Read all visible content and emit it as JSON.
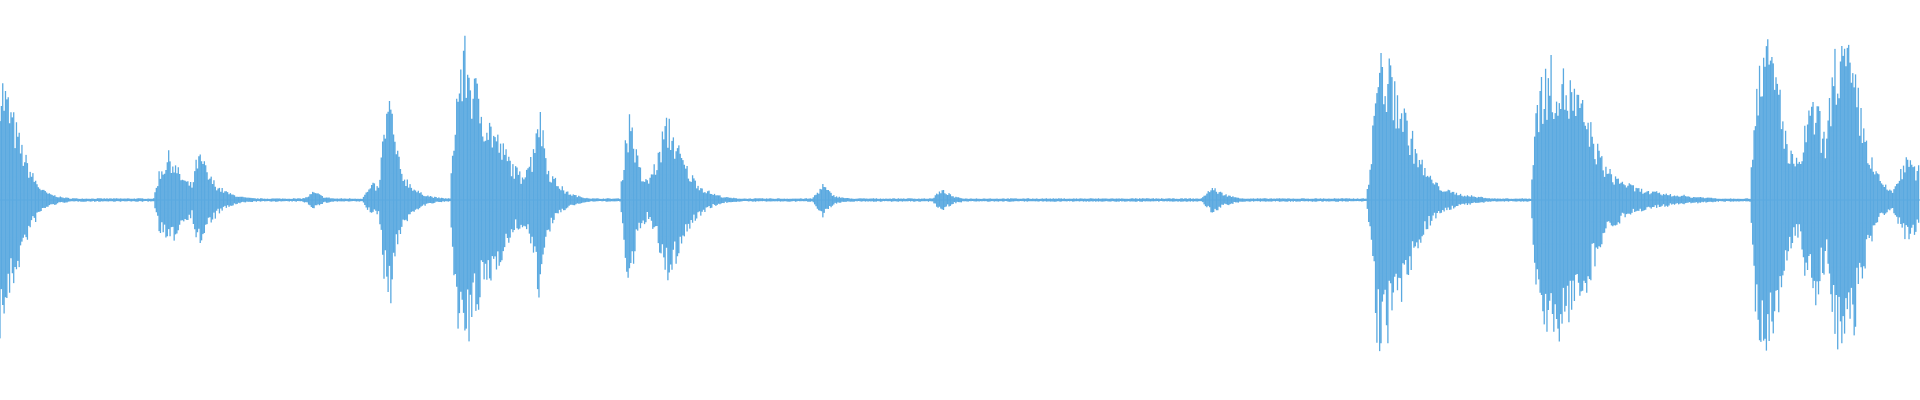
{
  "waveform": {
    "color": "#5aa9e0",
    "background": "#ffffff",
    "amplitude_envelope": [
      0.82,
      0.7,
      0.58,
      0.46,
      0.34,
      0.24,
      0.16,
      0.1,
      0.06,
      0.04,
      0.03,
      0.02,
      0.015,
      0.012,
      0.01,
      0.01,
      0.01,
      0.01,
      0.01,
      0.01,
      0.01,
      0.01,
      0.01,
      0.01,
      0.01,
      0.01,
      0.01,
      0.01,
      0.01,
      0.18,
      0.24,
      0.3,
      0.22,
      0.16,
      0.12,
      0.1,
      0.28,
      0.26,
      0.16,
      0.12,
      0.08,
      0.06,
      0.04,
      0.03,
      0.02,
      0.015,
      0.012,
      0.01,
      0.01,
      0.01,
      0.01,
      0.01,
      0.01,
      0.01,
      0.01,
      0.01,
      0.02,
      0.05,
      0.04,
      0.02,
      0.015,
      0.01,
      0.01,
      0.01,
      0.01,
      0.01,
      0.01,
      0.06,
      0.1,
      0.08,
      0.46,
      0.66,
      0.4,
      0.2,
      0.14,
      0.1,
      0.06,
      0.04,
      0.03,
      0.02,
      0.015,
      0.012,
      0.01,
      0.6,
      0.88,
      0.96,
      0.8,
      0.7,
      0.6,
      0.52,
      0.46,
      0.38,
      0.32,
      0.26,
      0.2,
      0.16,
      0.24,
      0.28,
      0.6,
      0.46,
      0.2,
      0.14,
      0.1,
      0.06,
      0.04,
      0.03,
      0.02,
      0.015,
      0.01,
      0.01,
      0.01,
      0.01,
      0.01,
      0.01,
      0.4,
      0.56,
      0.3,
      0.16,
      0.12,
      0.2,
      0.28,
      0.46,
      0.5,
      0.4,
      0.3,
      0.22,
      0.16,
      0.12,
      0.08,
      0.06,
      0.04,
      0.03,
      0.02,
      0.015,
      0.012,
      0.01,
      0.01,
      0.01,
      0.01,
      0.01,
      0.01,
      0.01,
      0.01,
      0.01,
      0.01,
      0.01,
      0.01,
      0.01,
      0.01,
      0.05,
      0.1,
      0.06,
      0.03,
      0.02,
      0.015,
      0.01,
      0.01,
      0.01,
      0.01,
      0.01,
      0.01,
      0.01,
      0.01,
      0.01,
      0.01,
      0.01,
      0.01,
      0.01,
      0.01,
      0.01,
      0.01,
      0.05,
      0.06,
      0.04,
      0.02,
      0.015,
      0.01,
      0.01,
      0.01,
      0.01,
      0.01,
      0.01,
      0.01,
      0.01,
      0.01,
      0.01,
      0.01,
      0.01,
      0.01,
      0.01,
      0.01,
      0.01,
      0.01,
      0.01,
      0.01,
      0.01,
      0.01,
      0.01,
      0.01,
      0.01,
      0.01,
      0.01,
      0.01,
      0.01,
      0.01,
      0.01,
      0.01,
      0.01,
      0.01,
      0.01,
      0.01,
      0.01,
      0.01,
      0.01,
      0.01,
      0.01,
      0.01,
      0.01,
      0.01,
      0.01,
      0.05,
      0.08,
      0.06,
      0.04,
      0.03,
      0.02,
      0.015,
      0.01,
      0.01,
      0.01,
      0.01,
      0.01,
      0.01,
      0.01,
      0.01,
      0.01,
      0.01,
      0.01,
      0.01,
      0.01,
      0.01,
      0.01,
      0.01,
      0.01,
      0.01,
      0.01,
      0.01,
      0.01,
      0.01,
      0.01,
      0.3,
      0.86,
      0.9,
      0.84,
      0.76,
      0.68,
      0.56,
      0.46,
      0.34,
      0.26,
      0.18,
      0.14,
      0.1,
      0.08,
      0.06,
      0.05,
      0.04,
      0.03,
      0.03,
      0.02,
      0.02,
      0.015,
      0.01,
      0.01,
      0.01,
      0.01,
      0.01,
      0.01,
      0.01,
      0.01,
      0.6,
      0.76,
      0.8,
      0.84,
      0.82,
      0.78,
      0.74,
      0.7,
      0.62,
      0.56,
      0.46,
      0.36,
      0.26,
      0.2,
      0.16,
      0.14,
      0.12,
      0.1,
      0.08,
      0.07,
      0.06,
      0.05,
      0.05,
      0.04,
      0.04,
      0.03,
      0.03,
      0.03,
      0.02,
      0.02,
      0.02,
      0.015,
      0.015,
      0.01,
      0.01,
      0.01,
      0.01,
      0.01,
      0.01,
      0.01,
      0.72,
      0.98,
      0.96,
      0.9,
      0.8,
      0.58,
      0.3,
      0.28,
      0.22,
      0.46,
      0.56,
      0.62,
      0.48,
      0.38,
      0.82,
      1.0,
      0.96,
      0.9,
      0.78,
      0.62,
      0.42,
      0.28,
      0.18,
      0.12,
      0.08,
      0.06,
      0.14,
      0.22,
      0.28,
      0.2
    ]
  }
}
